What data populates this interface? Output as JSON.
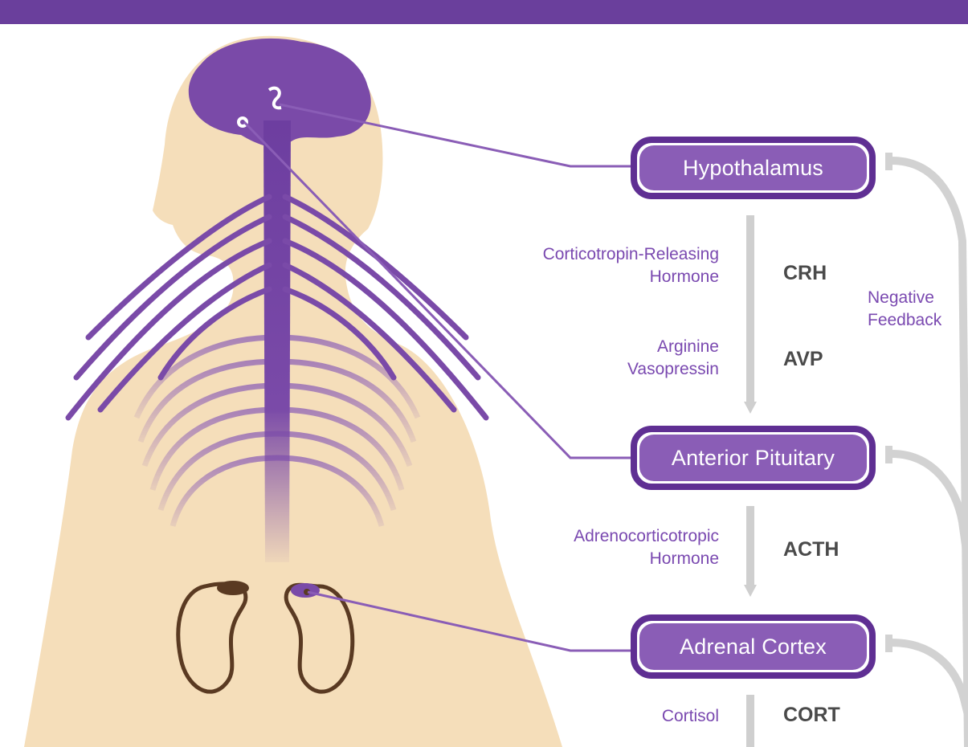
{
  "colors": {
    "accent_purple": "#6a3f9c",
    "box_fill": "#8a5db6",
    "box_border": "#5f2f93",
    "skin": "#f5deba",
    "nerve": "#7a4aa8",
    "arrow_gray": "#cfcfcf",
    "kidney_brown": "#5a3a22"
  },
  "nodes": {
    "hypothalamus": "Hypothalamus",
    "pituitary": "Anterior Pituitary",
    "adrenal": "Adrenal Cortex"
  },
  "hormones": {
    "crh_name_line1": "Corticotropin-Releasing",
    "crh_name_line2": "Hormone",
    "crh_abbr": "CRH",
    "avp_name_line1": "Arginine",
    "avp_name_line2": "Vasopressin",
    "avp_abbr": "AVP",
    "acth_name_line1": "Adrenocorticotropic",
    "acth_name_line2": "Hormone",
    "acth_abbr": "ACTH",
    "cort_name": "Cortisol",
    "cort_abbr": "CORT"
  },
  "feedback": {
    "line1": "Negative",
    "line2": "Feedback"
  },
  "icons": {
    "body": "human-body-silhouette-icon",
    "brain": "brain-icon",
    "kidney": "kidney-icon"
  }
}
